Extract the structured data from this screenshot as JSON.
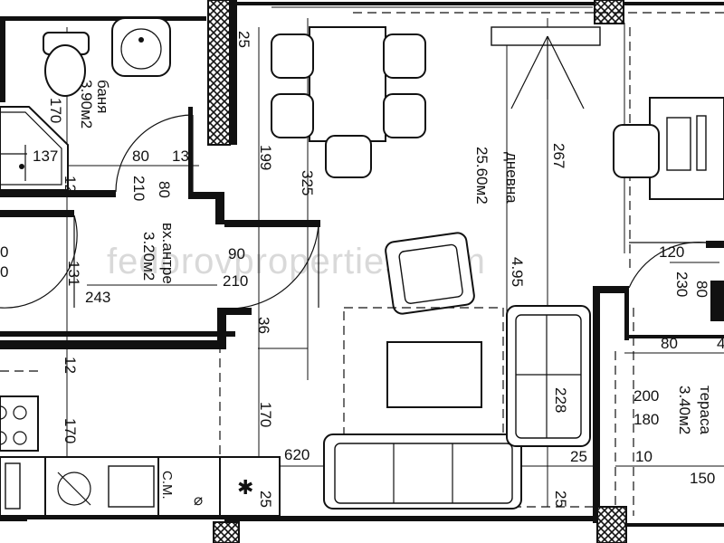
{
  "watermark": "fedorovproperties.com",
  "rooms": {
    "bathroom": {
      "name": "баня",
      "area": "3.90м2"
    },
    "living": {
      "name": "дневна",
      "area": "25.60м2"
    },
    "hall": {
      "name": "вх.антре",
      "area": "3.20м2"
    },
    "terrace": {
      "name": "тераса",
      "area": "3.40м2"
    }
  },
  "dimensions": {
    "d25_top": "25",
    "d170_bath": "170",
    "d137": "137",
    "d80_bath": "80",
    "d13": "13",
    "d12_left": "12",
    "d210_bath_door": "210",
    "d80_bath_door": "80",
    "d199": "199",
    "d325": "325",
    "d267": "267",
    "d495": "4.95",
    "d120": "120",
    "d80_right": "80",
    "d230": "230",
    "d0_left": "0",
    "d0_left_b": "0",
    "d131": "131",
    "d243": "243",
    "d90": "90",
    "d210_hall": "210",
    "d36": "36",
    "d12_lower": "12",
    "d170_left": "170",
    "d170_mid": "170",
    "d620": "620",
    "d25_bottom": "25",
    "d228": "228",
    "d200": "200",
    "d180": "180",
    "d80_terrace": "80",
    "d4_terrace": "4",
    "d25_terrace": "25",
    "d10": "10",
    "d150": "150",
    "d25_bottom_right": "25"
  },
  "symbols": {
    "cm": "С.М.",
    "dishwasher": "⌀",
    "stove_star": "✱"
  }
}
